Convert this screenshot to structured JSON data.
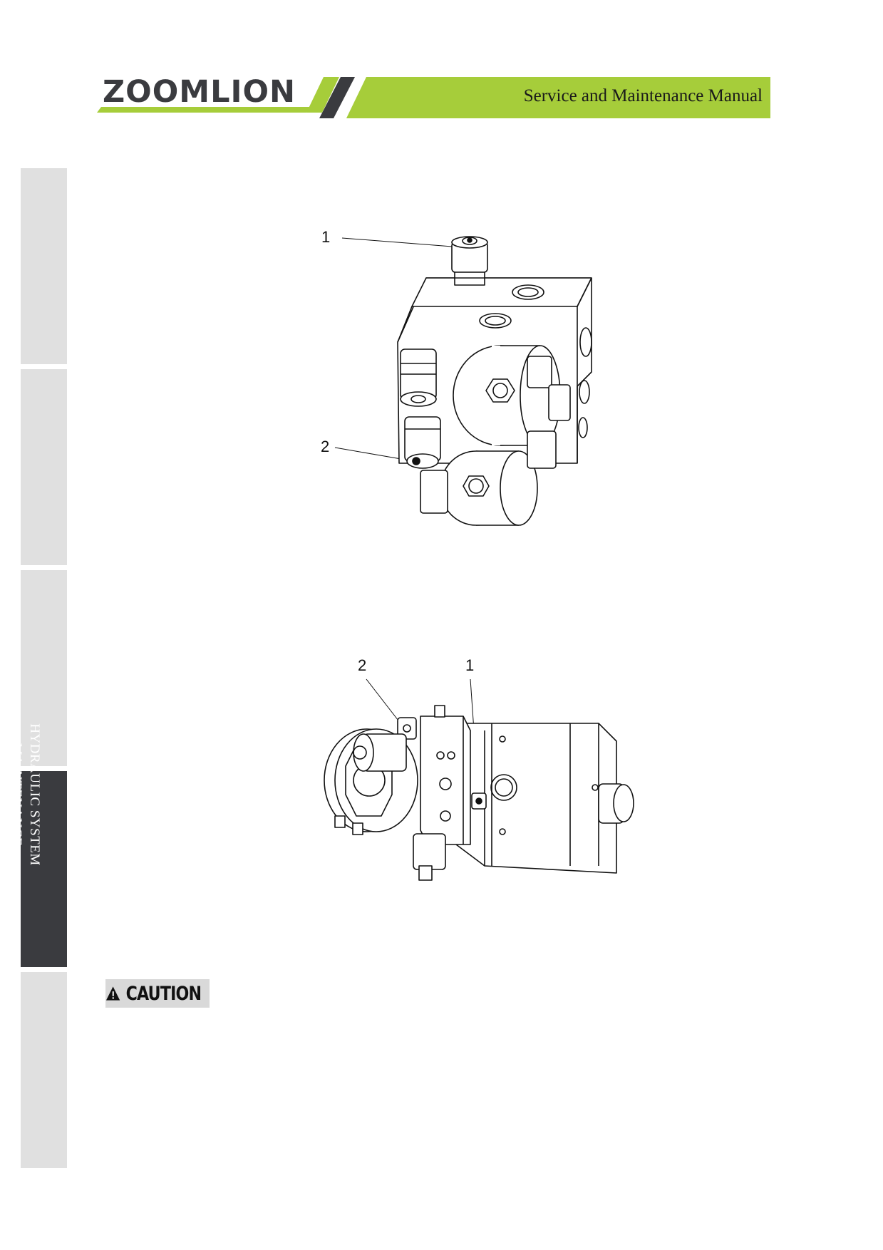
{
  "header": {
    "logo_text": "ZOOMLION",
    "manual_title": "Service and Maintenance Manual",
    "accent_color": "#a6cd3a",
    "dark_color": "#3a3b3f"
  },
  "side_tabs": {
    "active_label_line1": "HYDRAULIC SYSTEM",
    "active_label_line2": "MAINTENANCE"
  },
  "figure_top": {
    "callout_1": "1",
    "callout_2": "2"
  },
  "figure_bottom": {
    "callout_1": "1",
    "callout_2": "2"
  },
  "caution": {
    "label": "CAUTION",
    "icon": "warning-triangle-icon"
  }
}
